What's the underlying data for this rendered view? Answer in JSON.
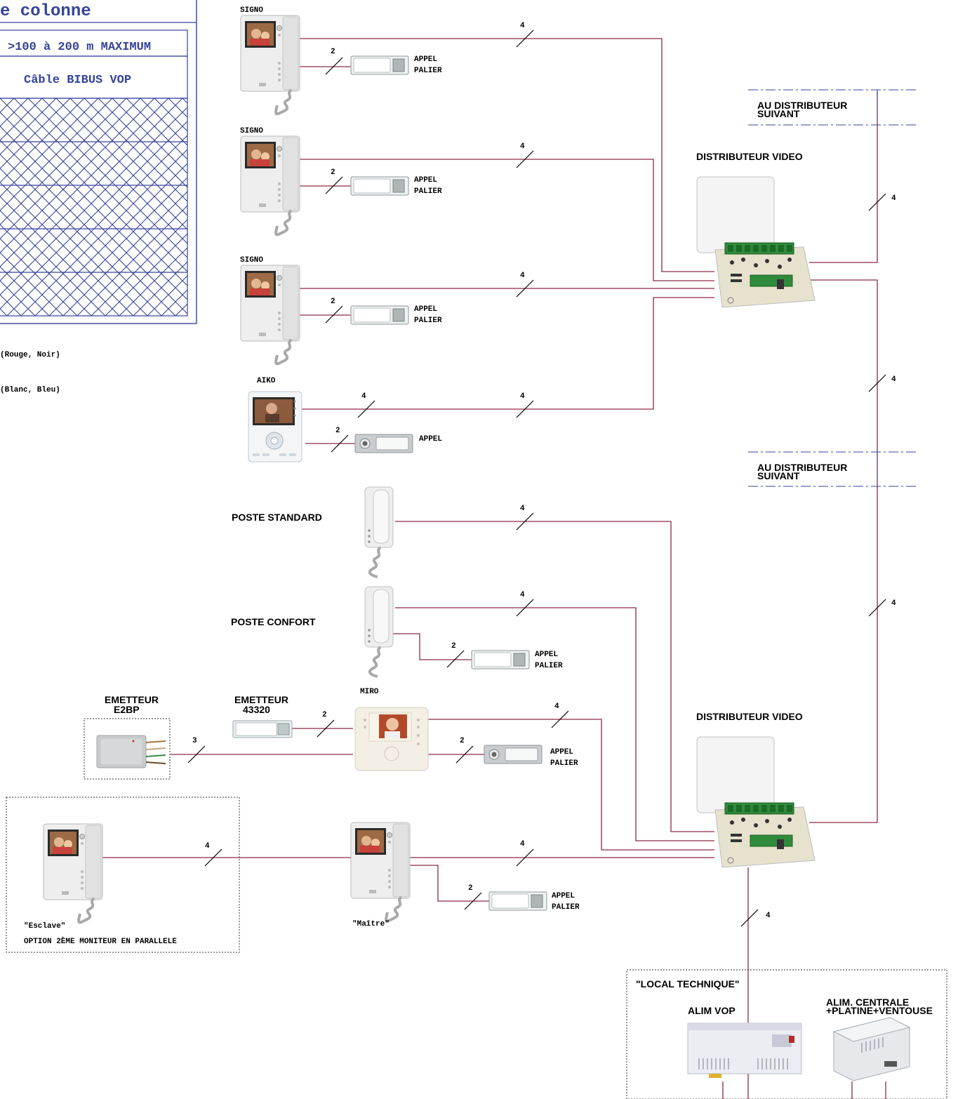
{
  "legend": {
    "title": "e colonne",
    "distance": ">100 à 200 m MAXIMUM",
    "cable": "Câble BIBUS VOP",
    "pair1": "(Rouge, Noir)",
    "pair2": "(Blanc, Bleu)"
  },
  "devices": {
    "signo": "SIGNO",
    "aiko": "AIKO",
    "miro": "MIRO",
    "poste_standard": "POSTE STANDARD",
    "poste_confort": "POSTE CONFORT",
    "emetteur_e2bp": [
      "EMETTEUR",
      "E2BP"
    ],
    "emetteur_43320": [
      "EMETTEUR",
      "43320"
    ],
    "esclave": "\"Esclave\"",
    "maitre": "\"Maître\"",
    "option_parallele": "OPTION 2ÈME MONITEUR EN PARALLELE",
    "distributeur": "DISTRIBUTEUR VIDEO",
    "au_distributeur": [
      "AU DISTRIBUTEUR",
      "SUIVANT"
    ],
    "local_technique": "\"LOCAL TECHNIQUE\"",
    "alim_vop": "ALIM VOP",
    "alim_centrale": [
      "ALIM. CENTRALE",
      "+PLATINE+VENTOUSE"
    ]
  },
  "buttons": {
    "appel_palier": [
      "APPEL",
      "PALIER"
    ],
    "appel": "APPEL"
  },
  "wire_counts": {
    "four": "4",
    "two": "2",
    "three": "3"
  },
  "colors": {
    "wire": "#8a2a45",
    "legend_frame": "#34439a"
  }
}
